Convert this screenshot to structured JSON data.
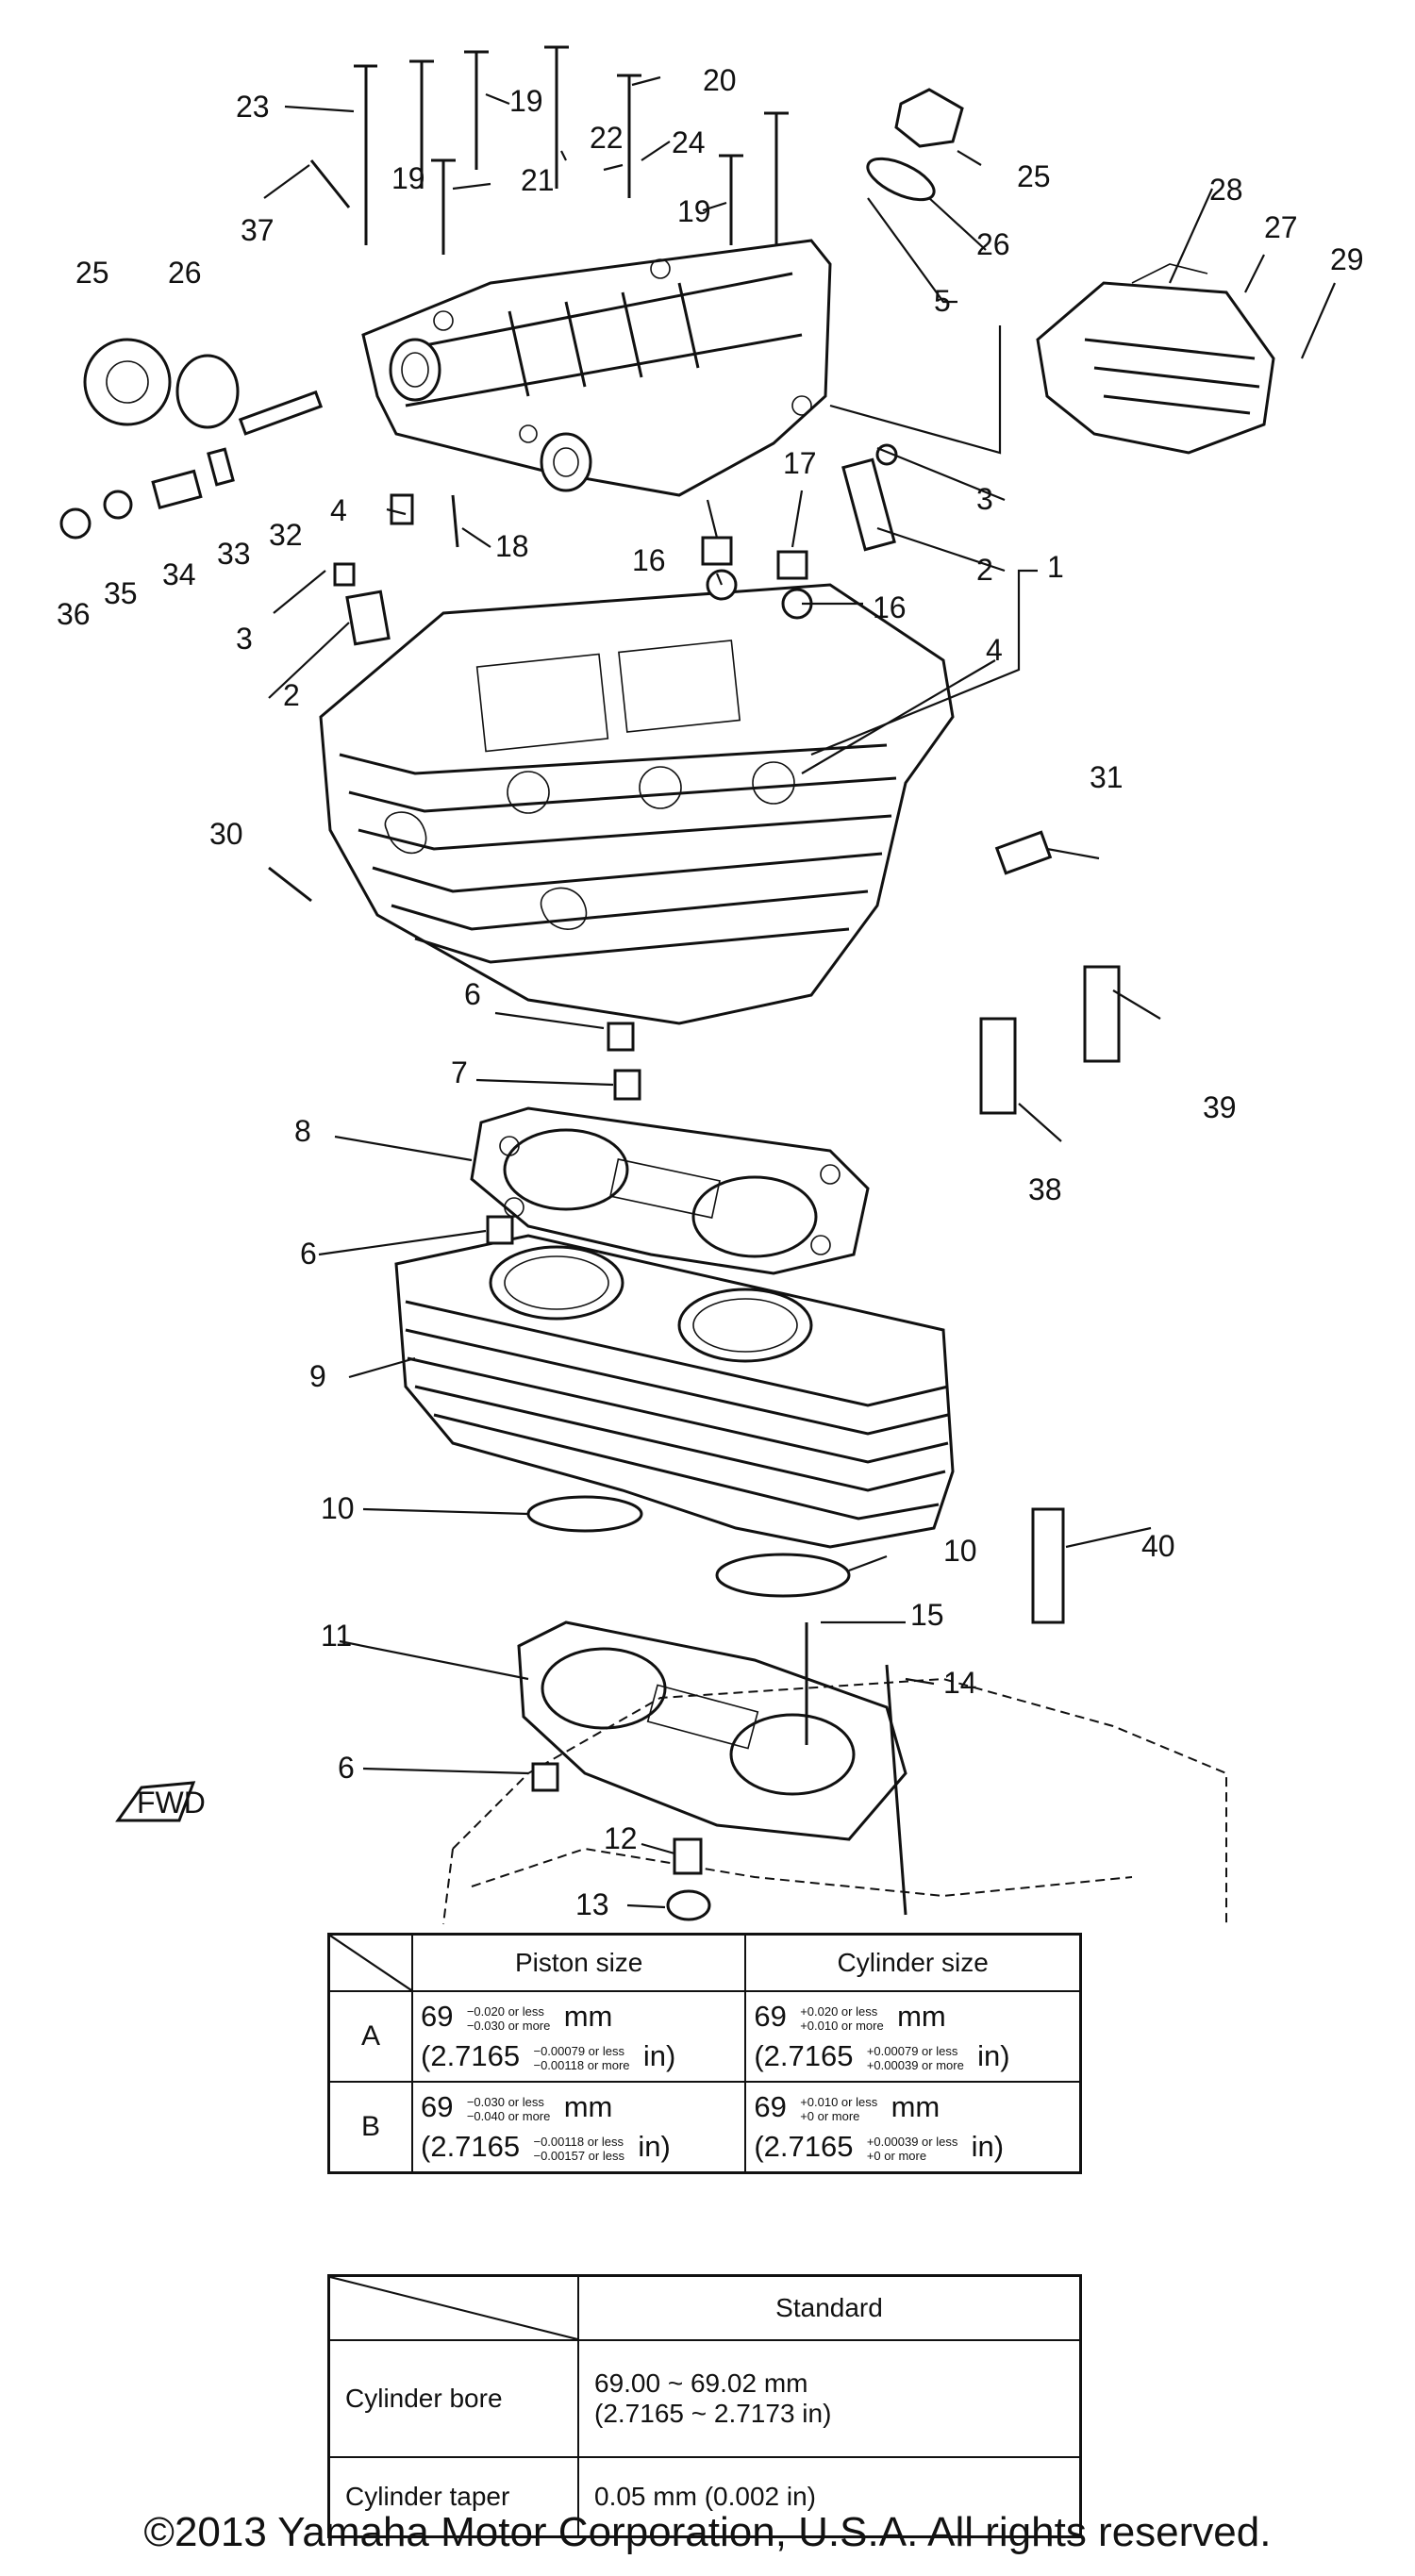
{
  "callouts": [
    {
      "id": "c1",
      "text": "1"
    },
    {
      "id": "c2a",
      "text": "2"
    },
    {
      "id": "c2b",
      "text": "2"
    },
    {
      "id": "c3a",
      "text": "3"
    },
    {
      "id": "c3b",
      "text": "3"
    },
    {
      "id": "c4a",
      "text": "4"
    },
    {
      "id": "c4b",
      "text": "4"
    },
    {
      "id": "c5",
      "text": "5"
    },
    {
      "id": "c6a",
      "text": "6"
    },
    {
      "id": "c6b",
      "text": "6"
    },
    {
      "id": "c6c",
      "text": "6"
    },
    {
      "id": "c7",
      "text": "7"
    },
    {
      "id": "c8",
      "text": "8"
    },
    {
      "id": "c9",
      "text": "9"
    },
    {
      "id": "c10a",
      "text": "10"
    },
    {
      "id": "c10b",
      "text": "10"
    },
    {
      "id": "c11",
      "text": "11"
    },
    {
      "id": "c12",
      "text": "12"
    },
    {
      "id": "c13",
      "text": "13"
    },
    {
      "id": "c14",
      "text": "14"
    },
    {
      "id": "c15",
      "text": "15"
    },
    {
      "id": "c16a",
      "text": "16"
    },
    {
      "id": "c16b",
      "text": "16"
    },
    {
      "id": "c17",
      "text": "17"
    },
    {
      "id": "c18",
      "text": "18"
    },
    {
      "id": "c19a",
      "text": "19"
    },
    {
      "id": "c19b",
      "text": "19"
    },
    {
      "id": "c19c",
      "text": "19"
    },
    {
      "id": "c20",
      "text": "20"
    },
    {
      "id": "c21",
      "text": "21"
    },
    {
      "id": "c22",
      "text": "22"
    },
    {
      "id": "c23",
      "text": "23"
    },
    {
      "id": "c24",
      "text": "24"
    },
    {
      "id": "c25a",
      "text": "25"
    },
    {
      "id": "c25b",
      "text": "25"
    },
    {
      "id": "c26a",
      "text": "26"
    },
    {
      "id": "c26b",
      "text": "26"
    },
    {
      "id": "c27",
      "text": "27"
    },
    {
      "id": "c28",
      "text": "28"
    },
    {
      "id": "c29",
      "text": "29"
    },
    {
      "id": "c30",
      "text": "30"
    },
    {
      "id": "c31",
      "text": "31"
    },
    {
      "id": "c32",
      "text": "32"
    },
    {
      "id": "c33",
      "text": "33"
    },
    {
      "id": "c34",
      "text": "34"
    },
    {
      "id": "c35",
      "text": "35"
    },
    {
      "id": "c36",
      "text": "36"
    },
    {
      "id": "c37",
      "text": "37"
    },
    {
      "id": "c38",
      "text": "38"
    },
    {
      "id": "c39",
      "text": "39"
    },
    {
      "id": "c40",
      "text": "40"
    }
  ],
  "fwd_label": "FWD",
  "size_table": {
    "piston_header": "Piston size",
    "cylinder_header": "Cylinder size",
    "rows": [
      {
        "grade": "A",
        "piston_mm": "69",
        "piston_mm_tol_hi": "−0.020 or less",
        "piston_mm_tol_lo": "−0.030 or more",
        "piston_in": "(2.7165",
        "piston_in_tol_hi": "−0.00079 or less",
        "piston_in_tol_lo": "−0.00118 or more",
        "cyl_mm": "69",
        "cyl_mm_tol_hi": "+0.020 or less",
        "cyl_mm_tol_lo": "+0.010 or more",
        "cyl_in": "(2.7165",
        "cyl_in_tol_hi": "+0.00079 or less",
        "cyl_in_tol_lo": "+0.00039 or more"
      },
      {
        "grade": "B",
        "piston_mm": "69",
        "piston_mm_tol_hi": "−0.030 or less",
        "piston_mm_tol_lo": "−0.040 or more",
        "piston_in": "(2.7165",
        "piston_in_tol_hi": "−0.00118 or less",
        "piston_in_tol_lo": "−0.00157 or less",
        "cyl_mm": "69",
        "cyl_mm_tol_hi": "+0.010 or less",
        "cyl_mm_tol_lo": "+0 or more",
        "cyl_in": "(2.7165",
        "cyl_in_tol_hi": "+0.00039 or less",
        "cyl_in_tol_lo": "+0 or more"
      }
    ],
    "unit_mm": "mm",
    "unit_in": "in)"
  },
  "std_table": {
    "header": "Standard",
    "rows": [
      {
        "label": "Cylinder bore",
        "value_line1": "69.00 ~ 69.02 mm",
        "value_line2": "(2.7165 ~ 2.7173 in)"
      },
      {
        "label": "Cylinder taper",
        "value_line1": "0.05 mm (0.002 in)",
        "value_line2": ""
      }
    ]
  },
  "copyright": "©2013 Yamaha Motor Corporation, U.S.A. All rights reserved."
}
